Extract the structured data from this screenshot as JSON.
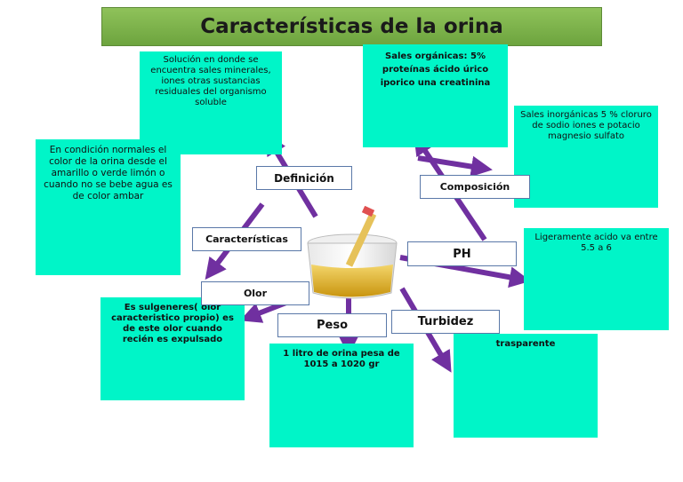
{
  "title": "Características de la orina",
  "notes": {
    "definicion": "Solución en donde se encuentra sales minerales, iones otras sustancias residuales del organismo soluble",
    "organicas": "Sales orgánicas: 5% proteínas ácido úrico iporico una creatinina",
    "inorganicas": "Sales inorgánicas 5 % cloruro de sodio iones e potacio magnesio sulfato",
    "caracteristicas": "En condición normales el color de la orina desde el amarillo o verde limón o cuando no se bebe agua es de color ambar",
    "ph": "Ligeramente acido va entre 5.5 a 6",
    "olor": "Es sulgeneres( olor caracteristico propio)  es de este olor cuando recién es expulsado",
    "peso": "1 litro de orina pesa de 1015 a 1020 gr",
    "turbidez": "trasparente"
  },
  "labels": {
    "definicion": "Definición",
    "composicion": "Composición",
    "caracteristicas": "Características",
    "ph": "PH",
    "olor": "Olor",
    "peso": "Peso",
    "turbidez": "Turbidez"
  },
  "colors": {
    "note_bg": "#00f5c8",
    "title_bg": "#7cb34a",
    "arrow": "#7030a0"
  }
}
